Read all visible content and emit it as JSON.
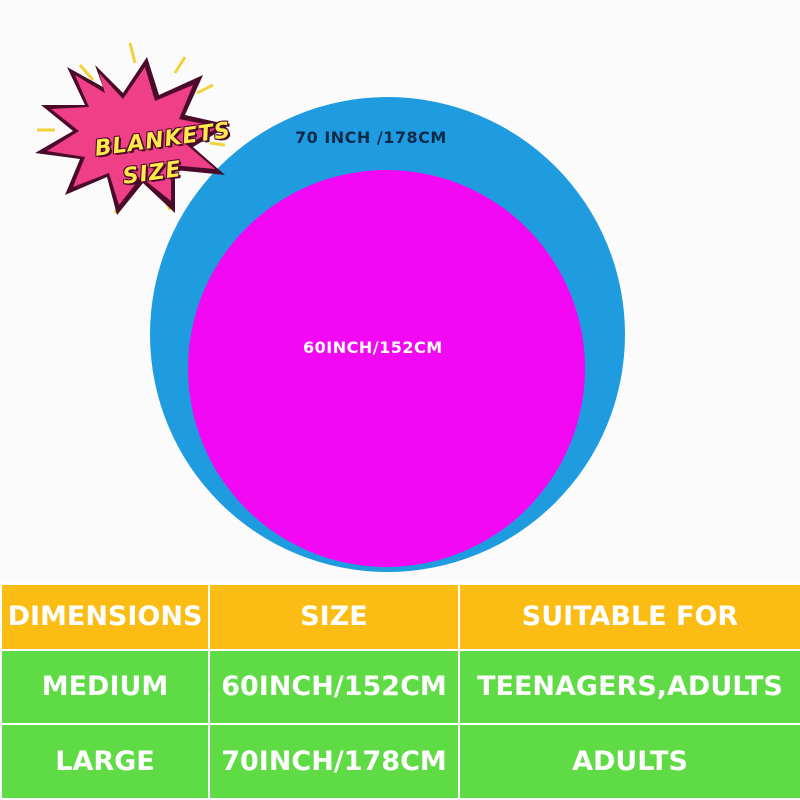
{
  "badge": {
    "line1": "BLANKETS",
    "line2": "SIZE"
  },
  "circles": {
    "large_label": "70 INCH /178CM",
    "medium_label": "60INCH/152CM"
  },
  "table": {
    "headers": [
      "DIMENSIONS",
      "SIZE",
      "SUITABLE FOR"
    ],
    "rows": [
      [
        "MEDIUM",
        "60INCH/152CM",
        "TEENAGERS,ADULTS"
      ],
      [
        "LARGE",
        "70INCH/178CM",
        "ADULTS"
      ]
    ]
  },
  "colors": {
    "large_circle": "#1f9be0",
    "medium_circle": "#f208f2",
    "header_bg": "#fbbd14",
    "row_bg": "#5fdb45",
    "badge_pink": "#ef3f86",
    "badge_text": "#ffe94a"
  }
}
